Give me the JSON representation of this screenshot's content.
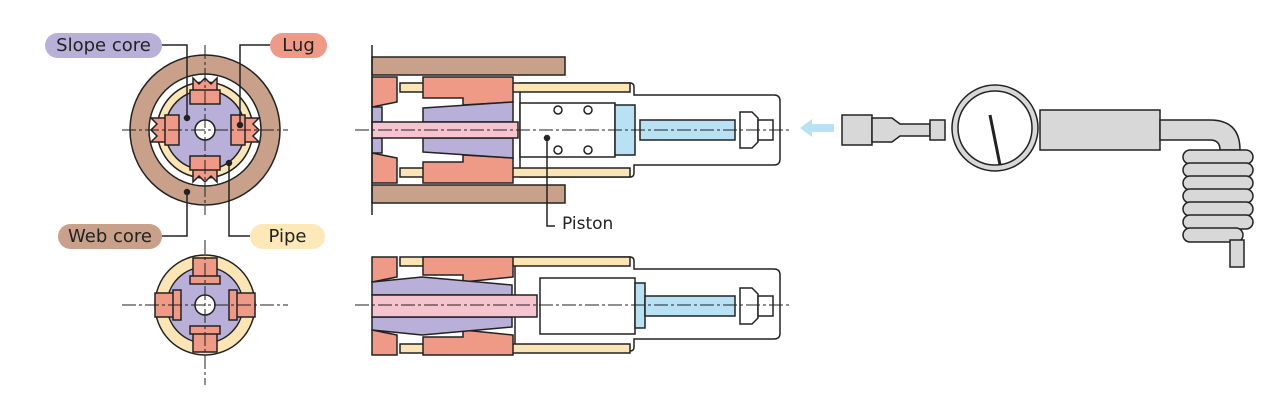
{
  "labels": {
    "slope_core": "Slope core",
    "lug": "Lug",
    "web_core": "Web core",
    "pipe": "Pipe",
    "piston": "Piston"
  },
  "colors": {
    "web_core": "#c9a08a",
    "lug": "#ef9a86",
    "slope_core": "#b8b0d8",
    "pipe": "#fbe5b4",
    "rod": "#f6c4cf",
    "piston_blue": "#b8e2f4",
    "arrow": "#b8e2f4",
    "gauge_body": "#d8d8d8"
  }
}
